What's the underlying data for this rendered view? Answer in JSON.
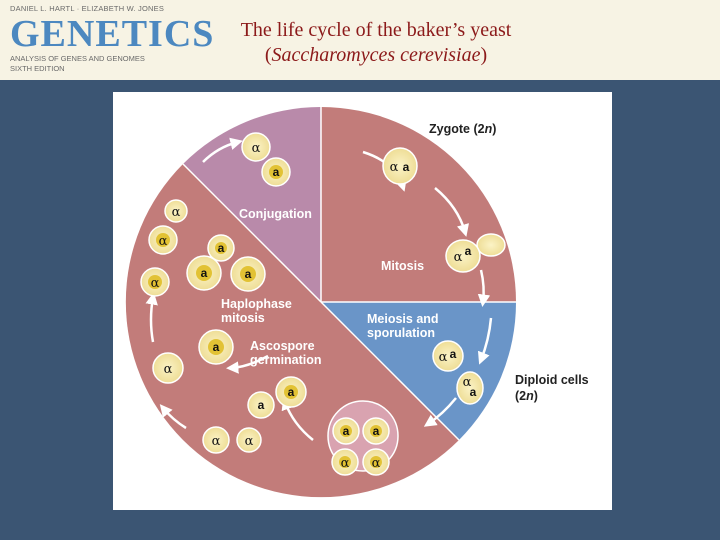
{
  "logo": {
    "authors": "DANIEL L. HARTL · ELIZABETH W. JONES",
    "wordmark": "GENETICS",
    "subtitle": "ANALYSIS OF GENES AND GENOMES",
    "edition": "SIXTH EDITION"
  },
  "slide": {
    "title_line1": "The life cycle of the baker’s yeast",
    "title_paren_open": "(",
    "title_species": "Saccharomyces cerevisiae",
    "title_paren_close": ")"
  },
  "diagram": {
    "zygote_label": "Zygote (2",
    "zygote_n": "n",
    "zygote_close": ")",
    "conjugation_label": "Conjugation",
    "mitosis_label": "Mitosis",
    "meiosis_line1": "Meiosis and",
    "meiosis_line2": "sporulation",
    "haplophase_line1": "Haplophase",
    "haplophase_line2": "mitosis",
    "ascospore_line1": "Ascospore",
    "ascospore_line2": "germination",
    "diploid_line1": "Diploid cells",
    "diploid_line2_open": "(2",
    "diploid_n": "n",
    "diploid_close": ")",
    "mating_a": "a",
    "mating_alpha": "α",
    "colors": {
      "haploid_sector": "#c27c7a",
      "conjugation_sector": "#b98aaa",
      "meiosis_sector": "#6a95c8",
      "cell_fill": "#f2e3a2",
      "cell_nucleus": "#e2c234",
      "arrow": "#ffffff"
    }
  }
}
